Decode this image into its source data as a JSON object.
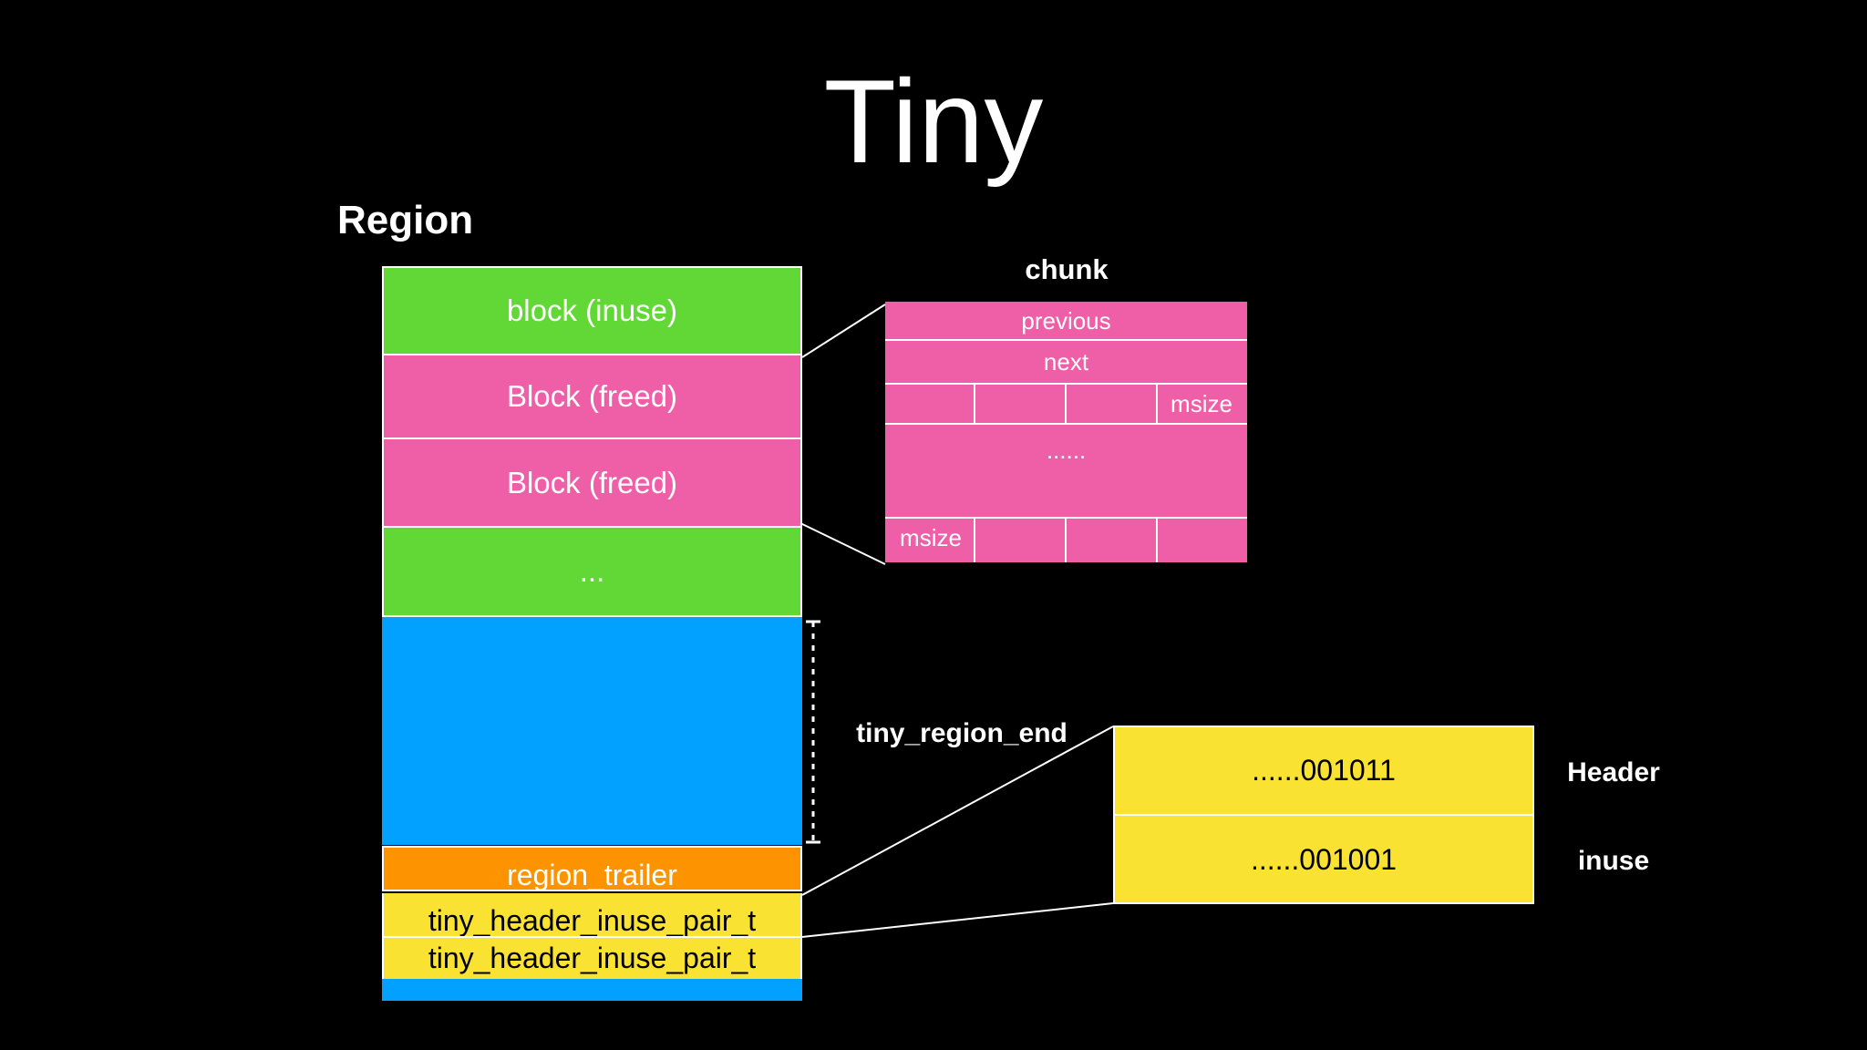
{
  "title": "Tiny",
  "region": {
    "label": "Region",
    "blocks": [
      {
        "label": "block (inuse)",
        "color": "#62d836"
      },
      {
        "label": "Block (freed)",
        "color": "#ee5fa7"
      },
      {
        "label": "Block (freed)",
        "color": "#ee5fa7"
      },
      {
        "label": "...",
        "color": "#62d836"
      },
      {
        "label": "",
        "color": "#02a1ff"
      },
      {
        "label": "region_trailer",
        "color": "#fe9300"
      },
      {
        "label": "tiny_header_inuse_pair_t",
        "color": "#fae232"
      },
      {
        "label": "tiny_header_inuse_pair_t",
        "color": "#fae232"
      },
      {
        "label": "",
        "color": "#02a1ff"
      }
    ]
  },
  "region_end_label": "tiny_region_end",
  "chunk": {
    "label": "chunk",
    "color": "#ee5fa7",
    "previous": "previous",
    "next": "next",
    "msize_top": "msize",
    "ellipsis": "......",
    "msize_bottom": "msize"
  },
  "pair": {
    "color": "#fae232",
    "header_value": "......001011",
    "inuse_value": "......001001",
    "header_label": "Header",
    "inuse_label": "inuse"
  }
}
